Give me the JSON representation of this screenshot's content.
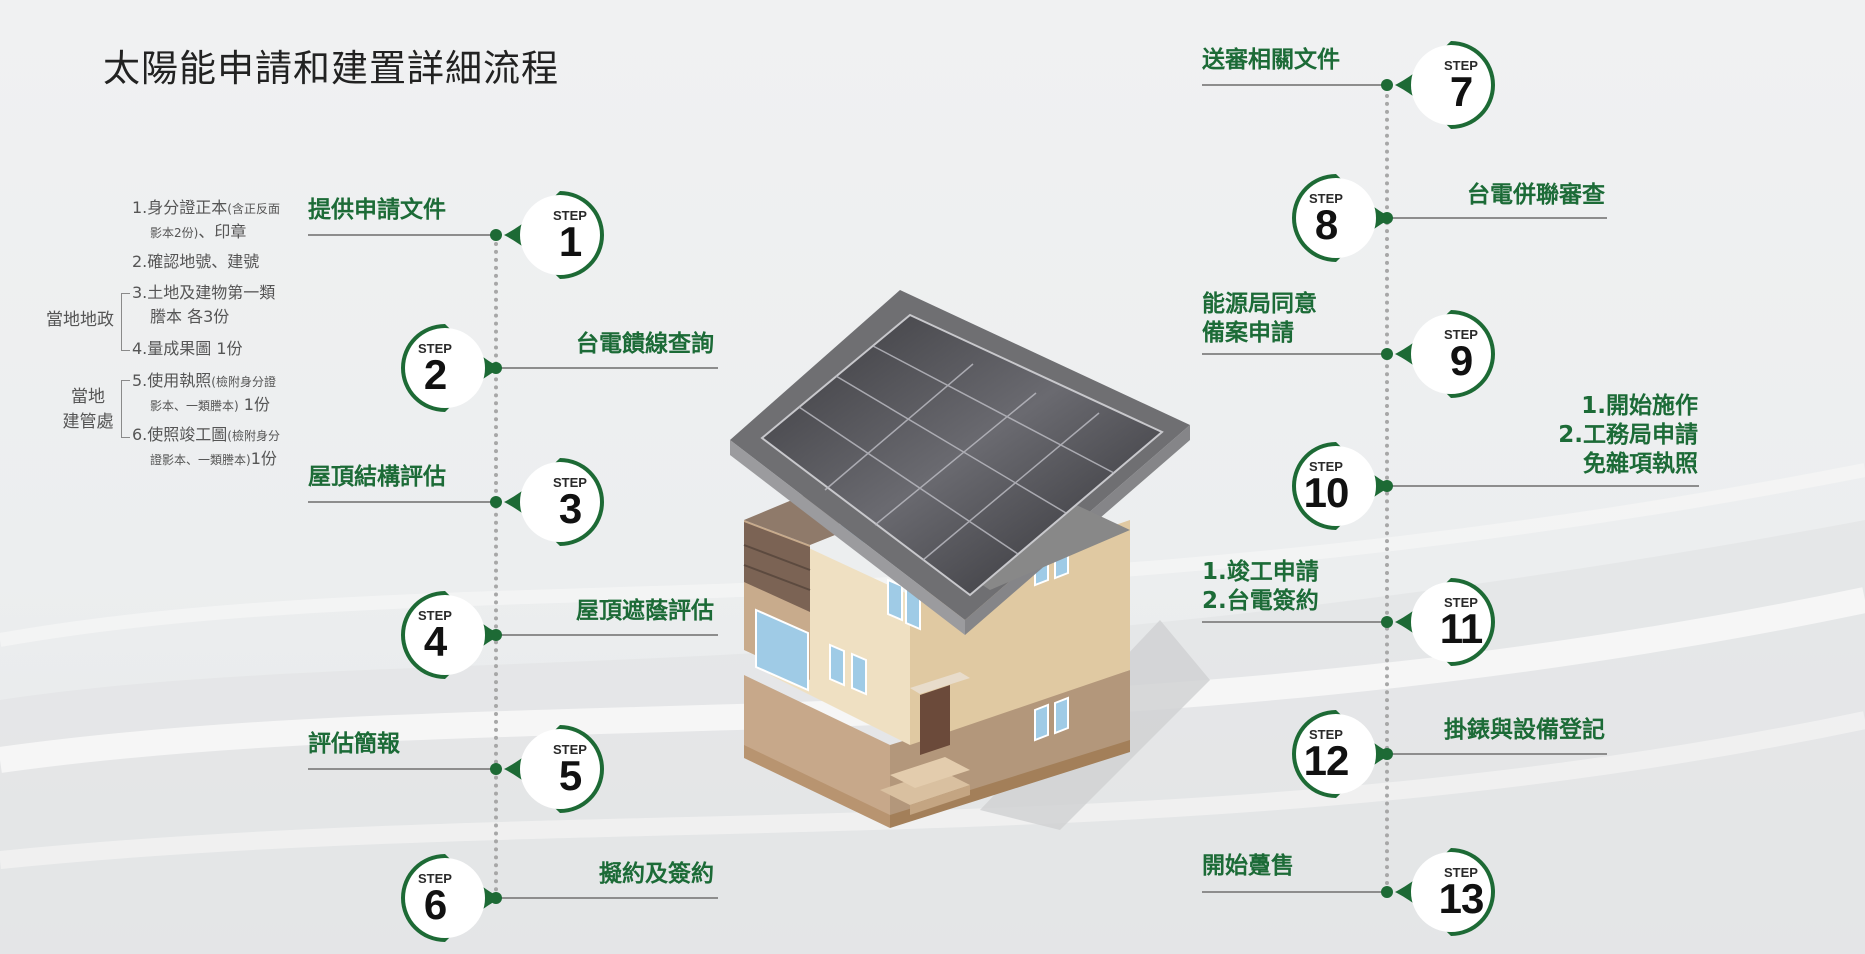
{
  "title": "太陽能申請和建置詳細流程",
  "step_word": "STEP",
  "colors": {
    "accent_green": "#1d6a35",
    "line_gray": "#8d8d8d",
    "pin_white": "#ffffff"
  },
  "steps_left": [
    {
      "num": "1",
      "label": "提供申請文件"
    },
    {
      "num": "2",
      "label": "台電饋線查詢"
    },
    {
      "num": "3",
      "label": "屋頂結構評估"
    },
    {
      "num": "4",
      "label": "屋頂遮蔭評估"
    },
    {
      "num": "5",
      "label": "評估簡報"
    },
    {
      "num": "6",
      "label": "擬約及簽約"
    }
  ],
  "steps_right": [
    {
      "num": "7",
      "label": "送審相關文件"
    },
    {
      "num": "8",
      "label": "台電併聯審查"
    },
    {
      "num": "9",
      "label": "能源局同意\n備案申請"
    },
    {
      "num": "10",
      "label": "1.開始施作\n2.工務局申請\n免雜項執照"
    },
    {
      "num": "11",
      "label": "1.竣工申請\n2.台電簽約"
    },
    {
      "num": "12",
      "label": "掛錶與設備登記"
    },
    {
      "num": "13",
      "label": "開始躉售"
    }
  ],
  "documents": {
    "doc1_a": "1.身分證正本",
    "doc1_a_small": "(含正反面",
    "doc1_b_small": "影本2份)",
    "doc1_b": "、印章",
    "doc2": "2.確認地號、建號",
    "group1": "當地地政",
    "doc3_a": "3.土地及建物第一類",
    "doc3_b": "謄本 各3份",
    "doc4": "4.量成果圖 1份",
    "group2_a": "當地",
    "group2_b": "建管處",
    "doc5_a": "5.使用執照",
    "doc5_a_small": "(檢附身分證",
    "doc5_b_small": "影本、一類謄本)",
    "doc5_b": " 1份",
    "doc6_a": "6.使照竣工圖",
    "doc6_a_small": "(檢附身分",
    "doc6_b_small": "證影本、一類謄本)",
    "doc6_b": "1份"
  }
}
